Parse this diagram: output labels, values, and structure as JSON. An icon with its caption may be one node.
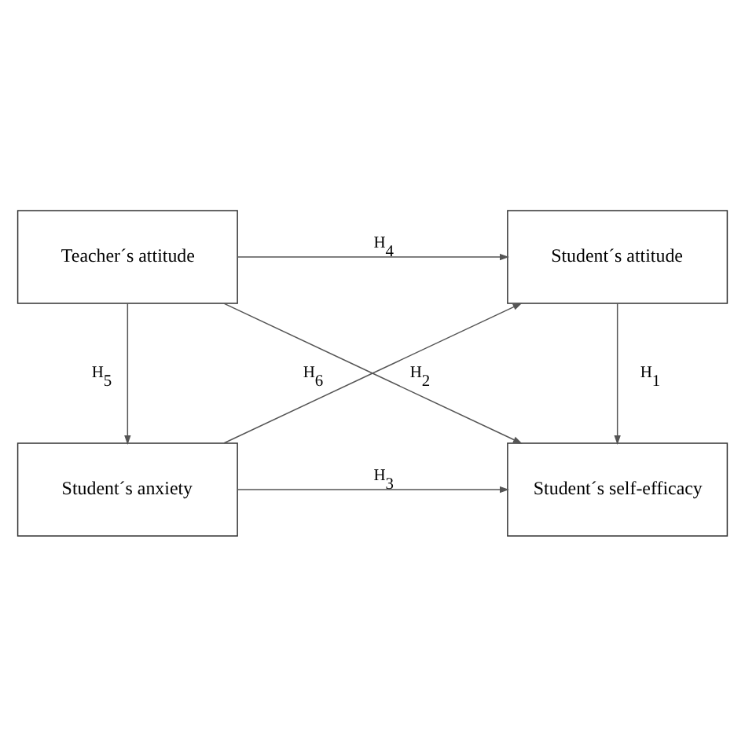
{
  "diagram": {
    "nodes": [
      {
        "text": [
          "Student´s attitude"
        ]
      },
      {
        "text": [
          "Teacher´s attitude"
        ]
      },
      {
        "text": [
          "Student´s self-efficacy"
        ]
      },
      {
        "text": [
          "Student´s anxiety"
        ]
      }
    ],
    "edges": [
      {
        "from": 1,
        "to": 0,
        "arrow": "to",
        "label": "H$_{4}$"
      },
      {
        "from": 0,
        "to": 2,
        "arrow": "to",
        "label": "H$_{1}$"
      },
      {
        "from": 3,
        "to": 0,
        "arrow": "to",
        "label": "H$_{2}$"
      },
      {
        "from": 1,
        "to": 2,
        "arrow": "to",
        "label": "H$_{6}$"
      },
      {
        "from": 1,
        "to": 3,
        "arrow": "to",
        "label": "H$_{5}$"
      },
      {
        "from": 3,
        "to": 2,
        "arrow": "to",
        "label": "H$_{3}$"
      }
    ]
  }
}
